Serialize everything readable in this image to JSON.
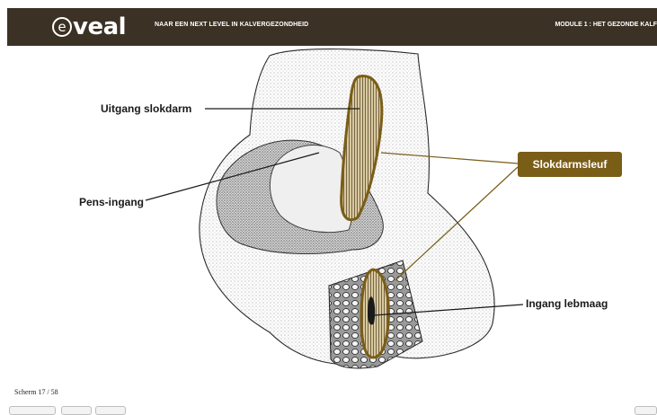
{
  "header": {
    "logo_icon": "e-circle-icon",
    "logo_text": "veal",
    "nav_title": "NAAR EEN NEXT LEVEL IN KALVERGEZONDHEID",
    "module_title": "MODULE 1 : HET GEZONDE KALF",
    "background": "#3b3225"
  },
  "illustration": {
    "labels": {
      "uitgang": "Uitgang slokdarm",
      "pens": "Pens-ingang",
      "slokdarmsleuf": "Slokdarmsleuf",
      "lebmaag": "Ingang lebmaag"
    },
    "highlight_color": "#7a5d17"
  },
  "footer": {
    "screen_counter": "Scherm 17 / 58"
  }
}
